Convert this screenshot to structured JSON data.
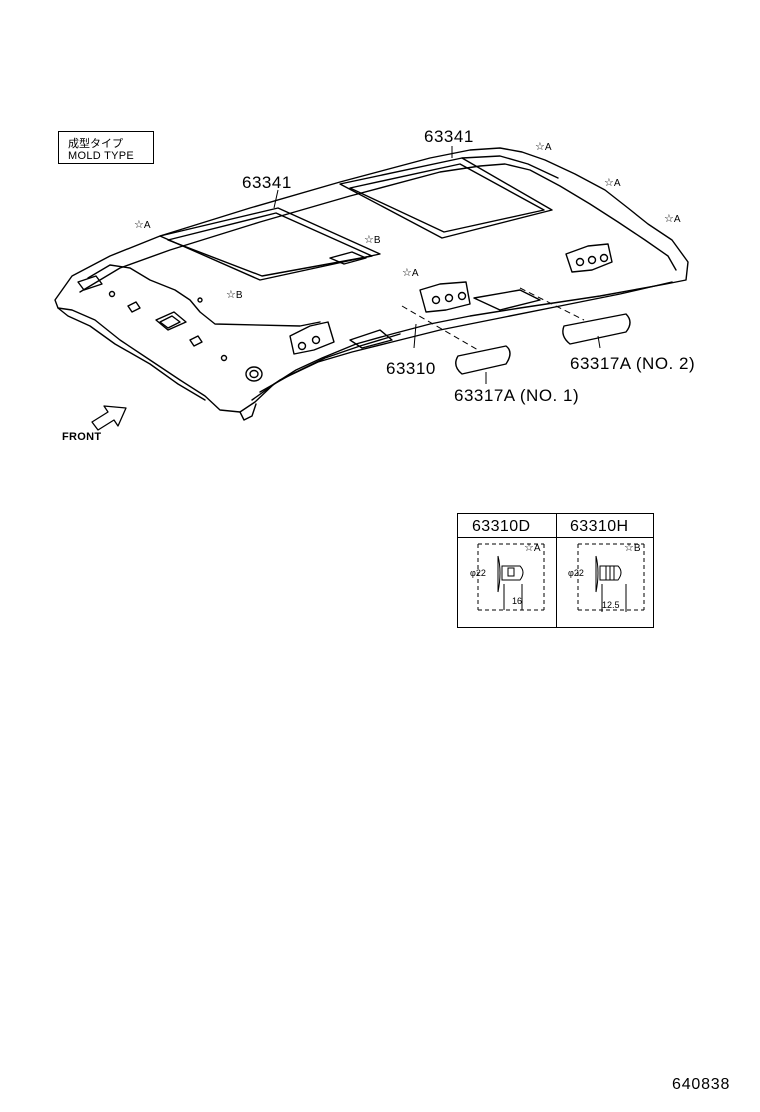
{
  "mold_label": {
    "jp": "成型タイプ",
    "en": "MOLD TYPE"
  },
  "front_label": "FRONT",
  "parts": {
    "p63341_top": "63341",
    "p63341_left": "63341",
    "p63310": "63310",
    "p63317_no1": "63317A (NO. 1)",
    "p63317_no2": "63317A (NO. 2)"
  },
  "stars": {
    "a1": "A",
    "a2": "A",
    "a3": "A",
    "a4": "A",
    "a5": "A",
    "b1": "B",
    "b2": "B"
  },
  "star_symbol": "☆",
  "clip_table": {
    "col1": {
      "part": "63310D",
      "star": "A",
      "diameter": "φ22",
      "length": "16"
    },
    "col2": {
      "part": "63310H",
      "star": "B",
      "diameter": "φ22",
      "length": "12.5"
    }
  },
  "catalog_number": "640838"
}
